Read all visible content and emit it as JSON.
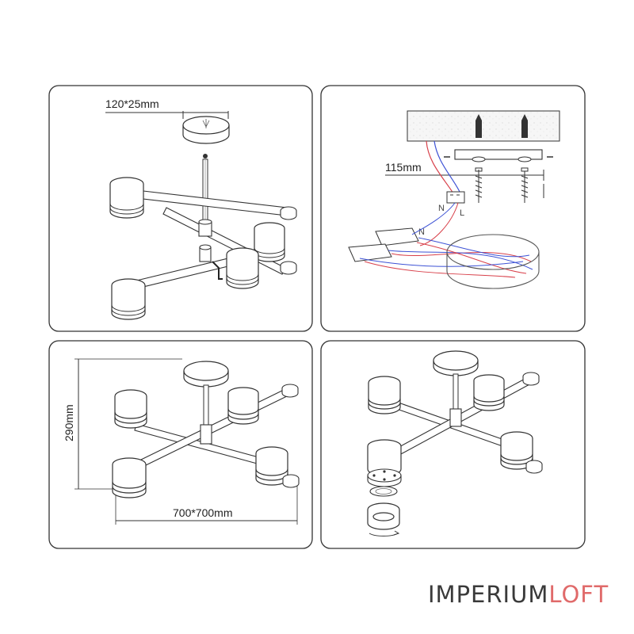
{
  "panels": {
    "hanging": {
      "dimension": "120*25mm"
    },
    "wiring": {
      "dimension": "115mm",
      "terminal_labels": [
        "N",
        "L"
      ],
      "wire_colors": {
        "live": "#d8404a",
        "neutral": "#3d52d5"
      }
    },
    "dimensions": {
      "height": "290mm",
      "width": "700*700mm"
    },
    "assembly": {}
  },
  "brand": {
    "part1": "IMPERIUM",
    "part2": "LOFT",
    "color1": "#3a3a3a",
    "color2": "#e06a6a"
  }
}
